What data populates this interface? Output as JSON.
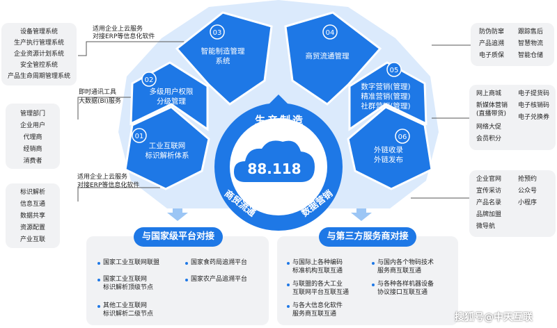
{
  "center": {
    "value": "88.118",
    "top_label": "生产制造",
    "left_label": "商贸流通",
    "right_label": "数据营销"
  },
  "segments": [
    {
      "num": "01",
      "lines": [
        "工业互联网",
        "标识解析体系"
      ]
    },
    {
      "num": "02",
      "lines": [
        "多级用户权限",
        "分级管理"
      ]
    },
    {
      "num": "03",
      "lines": [
        "智能制造管理",
        "系统"
      ]
    },
    {
      "num": "04",
      "lines": [
        "商贸流通管理"
      ]
    },
    {
      "num": "05",
      "lines": [
        "数字营销(管理)",
        "精准营销(管理)",
        "社群营销(管理)"
      ]
    },
    {
      "num": "06",
      "lines": [
        "外链收录",
        "外链发布"
      ]
    }
  ],
  "connectors": {
    "top_left": [
      "适用企业上云服务",
      "对接ERP等信息化软件"
    ],
    "mid_left": [
      "即时通讯工具",
      "大数据(BI)服务"
    ],
    "bottom_left": [
      "适用企业上云服务",
      "对接ERP等信息化软件"
    ]
  },
  "left_boxes": [
    [
      "设备管理系统",
      "生产执行管理系统",
      "企业资源计划系统",
      "安全管控系统",
      "产品生命周期管理系统"
    ],
    [
      "管理部门",
      "企业用户",
      "代理商",
      "经销商",
      "消费者"
    ],
    [
      "标识解析",
      "信息互通",
      "数据共享",
      "资源配置",
      "产业互联"
    ]
  ],
  "right_boxes": [
    {
      "col1": [
        "防伪防窜",
        "产品追溯",
        "电子质保"
      ],
      "col2": [
        "跟踪售后",
        "智慧物流",
        "智能仓储"
      ]
    },
    {
      "col1": [
        "网上商城",
        "新媒体营销",
        "(直播带货)",
        "网络大促",
        "会员积分"
      ],
      "col2": [
        "电子提货码",
        "电子核销码",
        "电子兑换券"
      ]
    },
    {
      "col1": [
        "企业官网",
        "宣传采访",
        "产品名录",
        "品牌加盟",
        "微导航"
      ],
      "col2": [
        "抢预约",
        "公众号",
        "小程序"
      ]
    }
  ],
  "bottom_left": {
    "title": "与国家级平台对接",
    "items": [
      [
        "国家工业互联网联盟"
      ],
      [
        "国家食药局追溯平台"
      ],
      [
        "国家工业互联网",
        "标识解析顶级节点"
      ],
      [
        "国家农产品追溯平台"
      ],
      [
        "其他工业互联网",
        "标识解析二级节点"
      ]
    ]
  },
  "bottom_right": {
    "title": "与第三方服务商对接",
    "items": [
      [
        "与国际上各种编码",
        "标准机构互联互通"
      ],
      [
        "与国内各个物码技术",
        "服务商互联互通"
      ],
      [
        "与联盟的各大工业",
        "互联网平台互联互通"
      ],
      [
        "与各种各样机器设备",
        "协议接口互联互通"
      ],
      [
        "与各大信息化软件",
        "服务商互联互通"
      ]
    ]
  },
  "watermark": "搜狐号@中天互联",
  "colors": {
    "primary": "#1e78e6",
    "dark": "#0b5bc2",
    "light": "#dbeafc",
    "box": "#f1f2f4"
  }
}
